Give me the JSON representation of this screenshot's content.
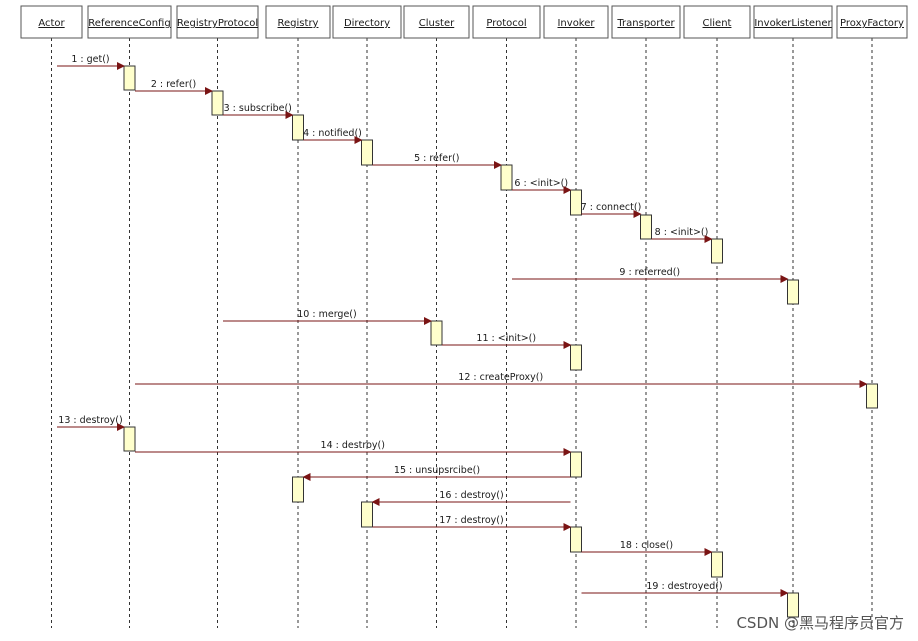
{
  "participants": [
    "Actor",
    "ReferenceConfig",
    "RegistryProtocol",
    "Registry",
    "Directory",
    "Cluster",
    "Protocol",
    "Invoker",
    "Transporter",
    "Client",
    "InvokerListener",
    "ProxyFactory"
  ],
  "messages": [
    {
      "label": "1 : get()",
      "from": 0,
      "to": 1
    },
    {
      "label": "2 : refer()",
      "from": 1,
      "to": 2
    },
    {
      "label": "3 : subscribe()",
      "from": 2,
      "to": 3
    },
    {
      "label": "4 : notified()",
      "from": 3,
      "to": 4
    },
    {
      "label": "5 : refer()",
      "from": 4,
      "to": 6
    },
    {
      "label": "6 : <init>()",
      "from": 6,
      "to": 7
    },
    {
      "label": "7 : connect()",
      "from": 7,
      "to": 8
    },
    {
      "label": "8 : <init>()",
      "from": 8,
      "to": 9
    },
    {
      "label": "9 : referred()",
      "from": 6,
      "to": 10
    },
    {
      "label": "10 : merge()",
      "from": 2,
      "to": 5
    },
    {
      "label": "11 : <init>()",
      "from": 5,
      "to": 7
    },
    {
      "label": "12 : createProxy()",
      "from": 1,
      "to": 11
    },
    {
      "label": "13 : destroy()",
      "from": 0,
      "to": 1
    },
    {
      "label": "14 : destroy()",
      "from": 1,
      "to": 7
    },
    {
      "label": "15 : unsupsrcibe()",
      "from": 7,
      "to": 3
    },
    {
      "label": "16 : destroy()",
      "from": 7,
      "to": 4
    },
    {
      "label": "17 : destroy()",
      "from": 4,
      "to": 7
    },
    {
      "label": "18 : close()",
      "from": 7,
      "to": 9
    },
    {
      "label": "19 : destroyed()",
      "from": 7,
      "to": 10
    }
  ],
  "colors": {
    "arrow": "#7a1414",
    "activation_fill": "#ffffcc",
    "box_border": "#555555"
  },
  "watermark": "CSDN @黑马程序员官方"
}
